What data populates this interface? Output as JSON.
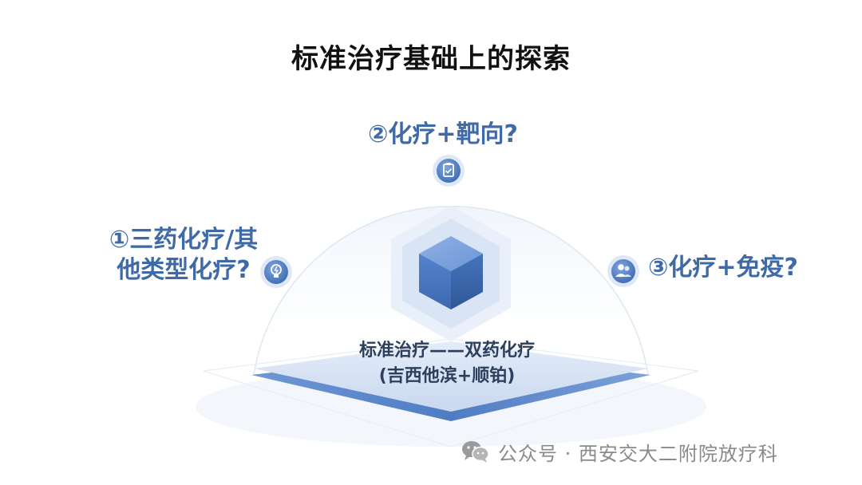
{
  "title": "标准治疗基础上的探索",
  "nodes": [
    {
      "label_line1": "②化疗+靶向?",
      "icon": "clipboard-icon"
    },
    {
      "label_line1": "①三药化疗/其",
      "label_line2": "他类型化疗?",
      "icon": "lightbulb-icon"
    },
    {
      "label_line1": "③化疗+免疫?",
      "icon": "users-icon"
    }
  ],
  "center": {
    "line1": "标准治疗——双药化疗",
    "line2": "(吉西他滨+顺铂)",
    "icon": "cube-icon"
  },
  "watermark": {
    "text": "公众号 · 西安交大二附院放疗科",
    "icon": "wechat-icon"
  },
  "colors": {
    "accent": "#3f6aa6",
    "platform": "#5b86c8",
    "cube": "#4a7cc8",
    "title": "#111111",
    "watermark": "#8a8a8a"
  }
}
